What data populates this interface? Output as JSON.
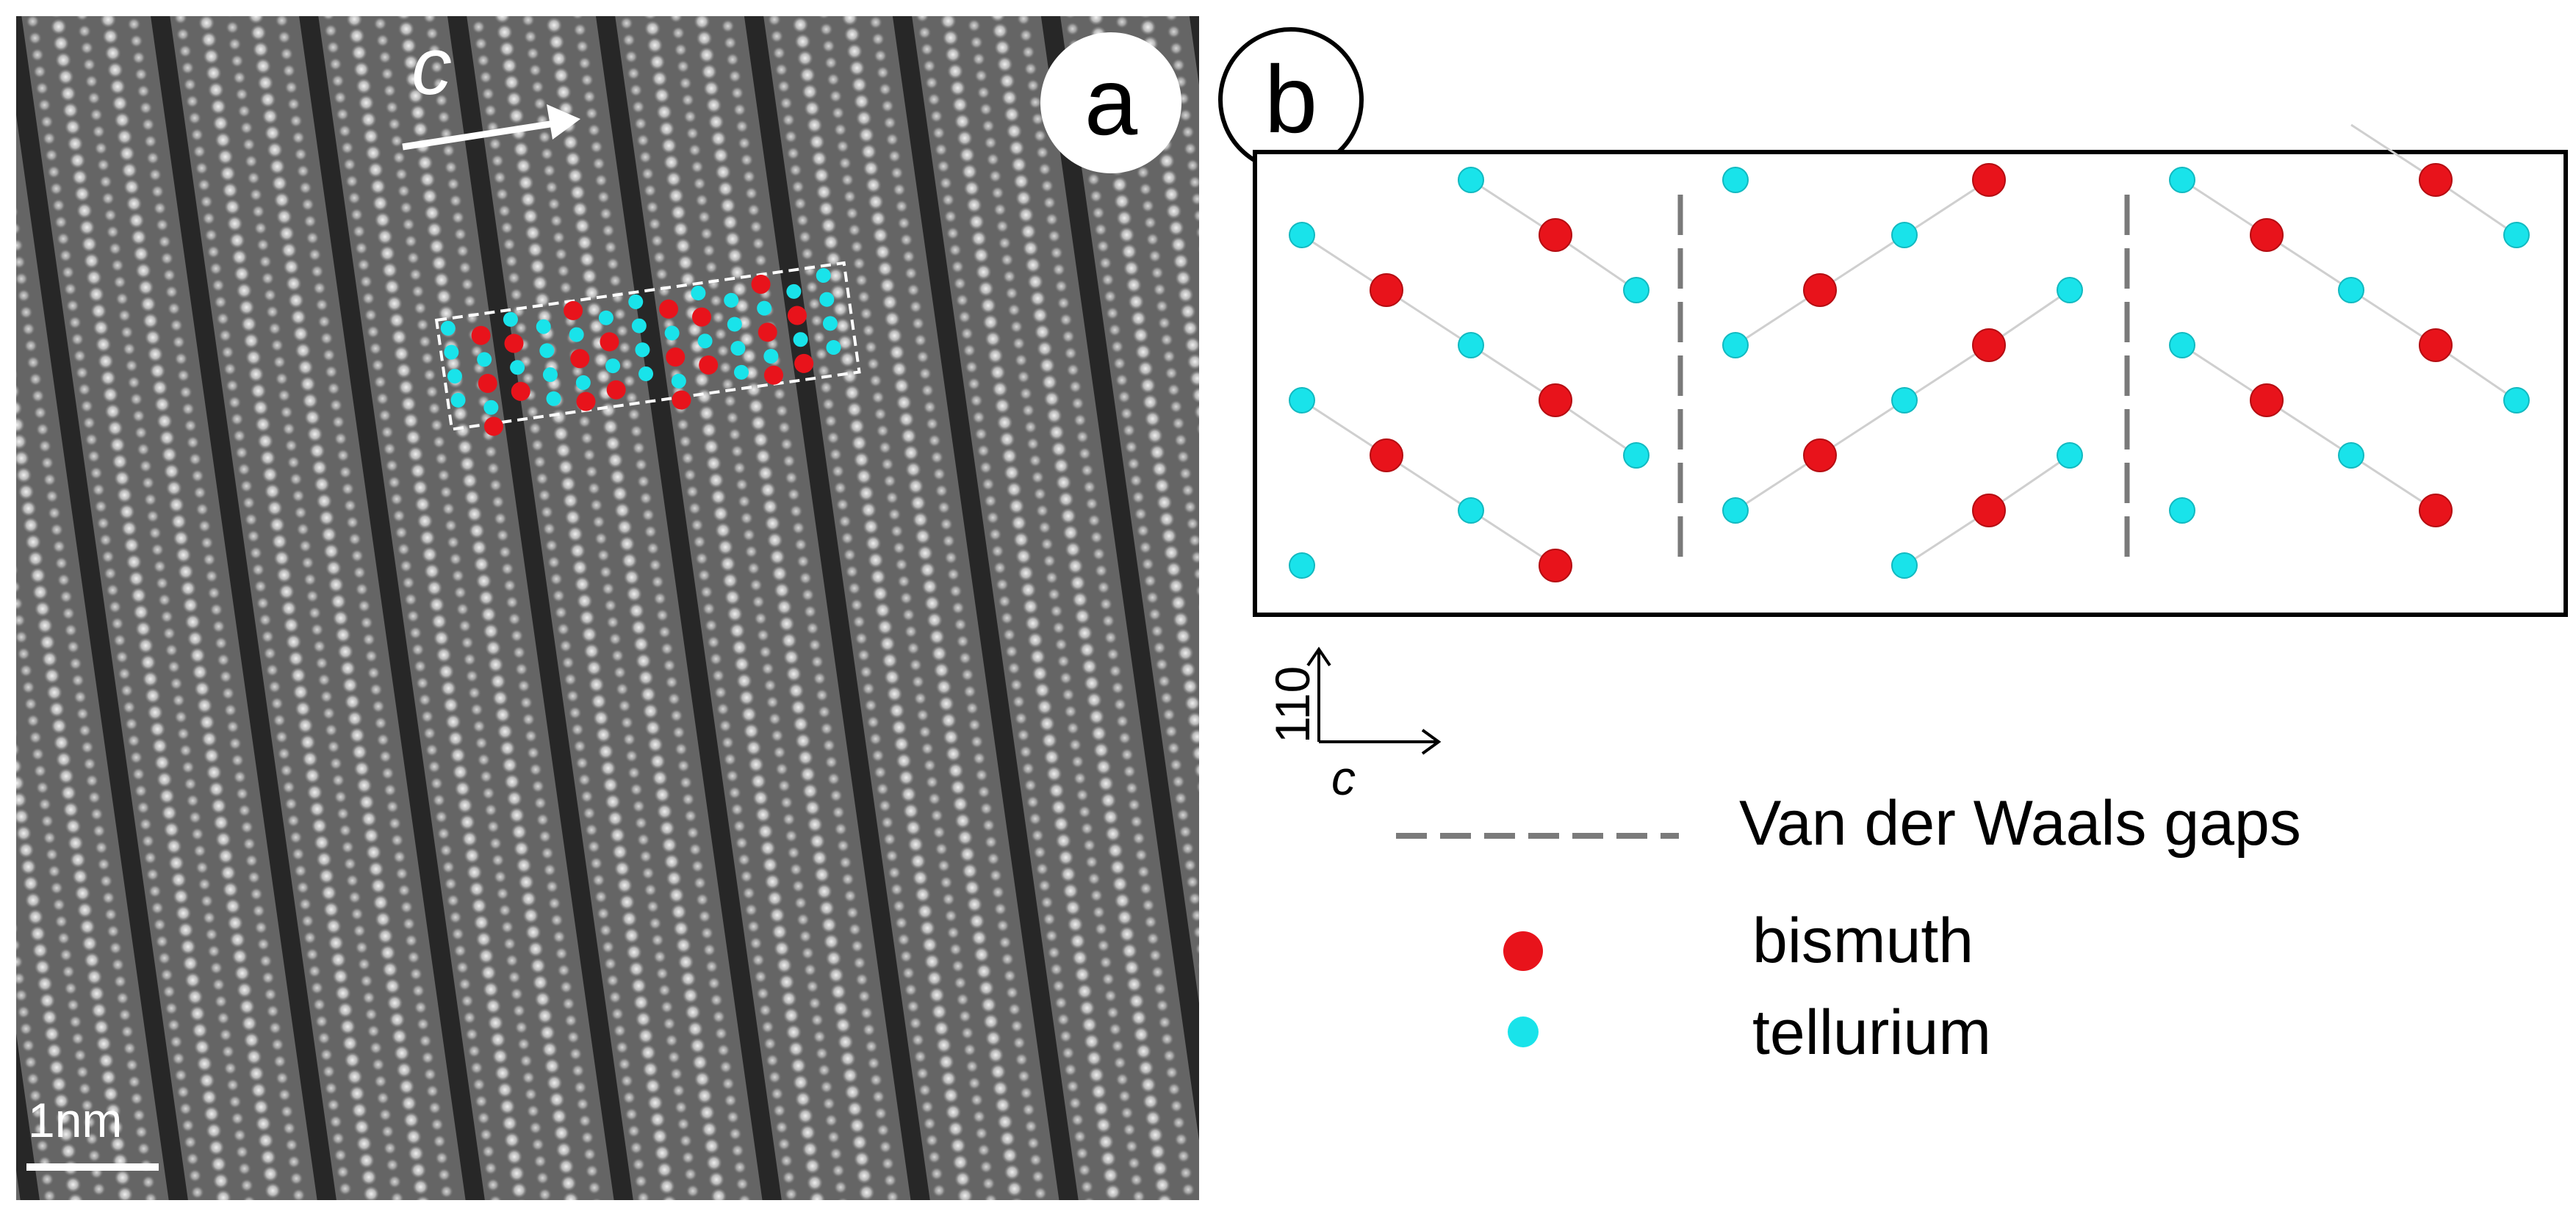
{
  "panel_a": {
    "label": "a",
    "axis_label": "c",
    "scale_bar": "1nm"
  },
  "panel_b": {
    "label": "b",
    "orientation": {
      "vertical": "110",
      "horizontal": "c"
    }
  },
  "legend": {
    "gap": "Van der Waals gaps",
    "bismuth": "bismuth",
    "tellurium": "tellurium"
  },
  "colors": {
    "bismuth": "#e8131b",
    "tellurium": "#19e3ea",
    "gap_line": "#7a7a7a",
    "bond": "#cfcfcf"
  }
}
